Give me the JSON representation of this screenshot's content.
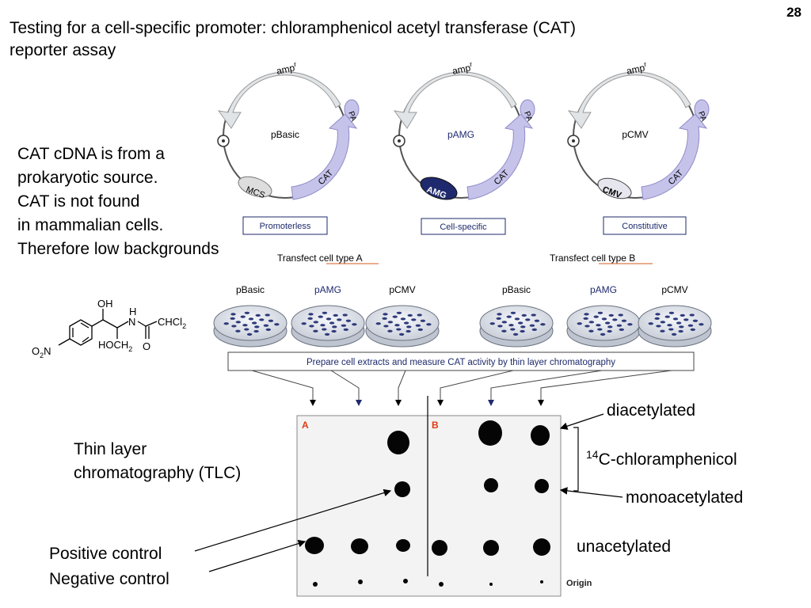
{
  "slide_number": "28",
  "title_line1": "Testing for a cell-specific promoter: chloramphenicol acetyl transferase (CAT)",
  "title_line2": "reporter assay",
  "notes": [
    "CAT cDNA is from a",
    "prokaryotic source.",
    "CAT is not found",
    "in mammalian cells.",
    "Therefore low backgrounds"
  ],
  "plasmids": [
    {
      "name": "pBasic",
      "element": "MCS",
      "category": "Promoterless"
    },
    {
      "name": "pAMG",
      "element": "AMG",
      "category": "Cell-specific"
    },
    {
      "name": "pCMV",
      "element": "CMV",
      "category": "Constitutive"
    }
  ],
  "plasmid_labels": {
    "amp": "amp",
    "amp_sup": "r",
    "pa": "PA",
    "cat": "CAT"
  },
  "transfect_a": "Transfect cell type A",
  "transfect_b": "Transfect cell type B",
  "dishes": [
    "pBasic",
    "pAMG",
    "pCMV",
    "pBasic",
    "pAMG",
    "pCMV"
  ],
  "extract_box": "Prepare cell extracts and measure CAT activity by thin layer chromatography",
  "molecule": {
    "oh": "OH",
    "h": "H",
    "n": "N",
    "chcl": "CHCl",
    "chcl_sub": "2",
    "no": "O",
    "no_sub": "2",
    "no_n": "N",
    "hoch": "HOCH",
    "hoch_sub": "2",
    "o": "O"
  },
  "tlc_caption": [
    "Thin layer",
    "chromatography (TLC)"
  ],
  "panel_a": "A",
  "panel_b": "B",
  "origin": "Origin",
  "labels": {
    "diacetylated": "diacetylated",
    "c14_sup": "14",
    "c14_text": "C-chloramphenicol",
    "monoacetylated": "monoacetylated",
    "unacetylated": "unacetylated",
    "positive": "Positive control",
    "negative": "Negative control"
  },
  "colors": {
    "cat_arrow": "#c6c3ea",
    "amp_arrow": "#e1e4e6",
    "amg": "#1f2a6e",
    "panel_label": "#e03a12",
    "box_text": "#1d2a6b",
    "spot": "#050505"
  }
}
